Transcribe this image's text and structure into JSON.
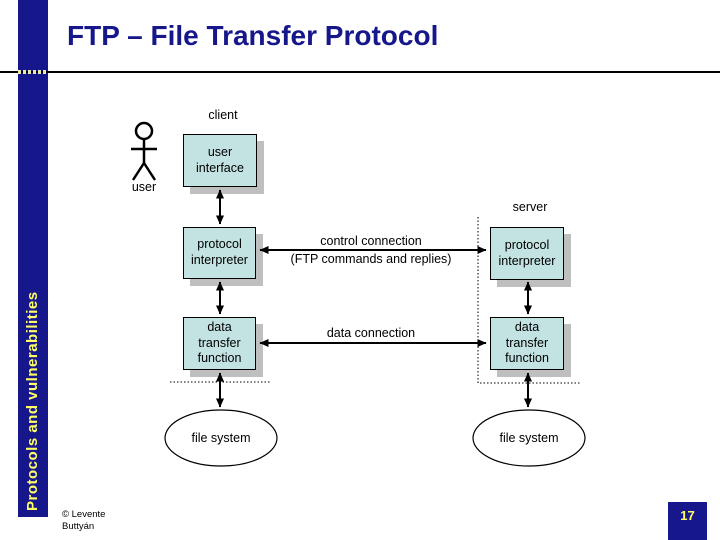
{
  "slide": {
    "title": "FTP – File Transfer Protocol",
    "sidebar_label": "Protocols and vulnerabilities",
    "page_number": "17",
    "copyright": "©  Levente\nButtyán"
  },
  "diagram": {
    "client_label": "client",
    "user_label": "user",
    "server_label": "server",
    "client_user_interface": "user\ninterface",
    "client_protocol_interpreter": "protocol\ninterpreter",
    "server_protocol_interpreter": "protocol\ninterpreter",
    "client_data_transfer_function": "data\ntransfer\nfunction",
    "server_data_transfer_function": "data\ntransfer\nfunction",
    "control_connection_label": "control connection",
    "control_connection_sublabel": "(FTP commands and replies)",
    "data_connection_label": "data connection",
    "client_file_system": "file system",
    "server_file_system": "file system"
  },
  "colors": {
    "navy": "#17178C",
    "yellow_text": "#FFFF66",
    "box_fill": "#C3E2E2",
    "box_shadow": "#BFBFBF",
    "rule_dash": "#E8E8B0"
  }
}
